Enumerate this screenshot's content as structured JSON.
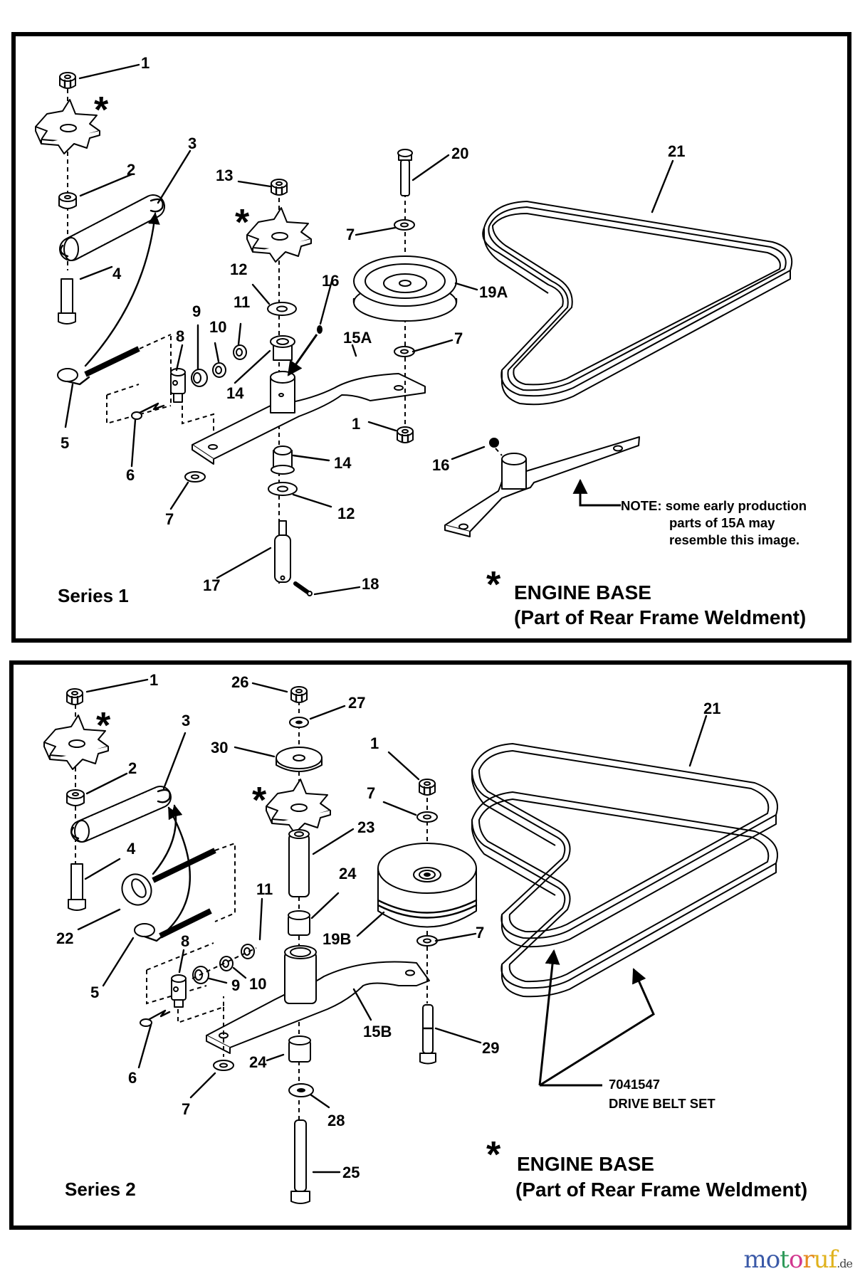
{
  "panels": [
    {
      "series_label": "Series 1",
      "engine_base_star": "*",
      "engine_base_title": "ENGINE BASE",
      "engine_base_subtitle": "(Part of Rear Frame Weldment)",
      "note_lines": [
        "NOTE: some early production",
        "parts of 15A  may",
        "resemble this image."
      ],
      "callouts": [
        "1",
        "2",
        "3",
        "4",
        "5",
        "6",
        "7",
        "8",
        "9",
        "10",
        "11",
        "12",
        "13",
        "14",
        "15A",
        "16",
        "17",
        "18",
        "19A",
        "20",
        "21"
      ],
      "callout_instances": {
        "c1a": "1",
        "c1b": "1",
        "c2": "2",
        "c3": "3",
        "c4": "4",
        "c5": "5",
        "c6": "6",
        "c7a": "7",
        "c7b": "7",
        "c7c": "7",
        "c8": "8",
        "c9": "9",
        "c10": "10",
        "c11": "11",
        "c12a": "12",
        "c12b": "12",
        "c13": "13",
        "c14a": "14",
        "c14b": "14",
        "c15a": "15A",
        "c16a": "16",
        "c16b": "16",
        "c17": "17",
        "c18": "18",
        "c19a": "19A",
        "c20": "20",
        "c21": "21"
      },
      "star_marker": "*"
    },
    {
      "series_label": "Series 2",
      "engine_base_star": "*",
      "engine_base_title": "ENGINE BASE",
      "engine_base_subtitle": "(Part of Rear Frame Weldment)",
      "belt_set_number": "7041547",
      "belt_set_label": "DRIVE BELT SET",
      "callouts": [
        "1",
        "2",
        "3",
        "4",
        "5",
        "6",
        "7",
        "8",
        "9",
        "10",
        "11",
        "15B",
        "19B",
        "21",
        "22",
        "23",
        "24",
        "25",
        "26",
        "27",
        "28",
        "29",
        "30"
      ],
      "callout_instances": {
        "c1a": "1",
        "c1b": "1",
        "c2": "2",
        "c3": "3",
        "c4": "4",
        "c5": "5",
        "c6": "6",
        "c7a": "7",
        "c7b": "7",
        "c7c": "7",
        "c8": "8",
        "c9": "9",
        "c10": "10",
        "c11": "11",
        "c15b": "15B",
        "c19b": "19B",
        "c21": "21",
        "c22": "22",
        "c23": "23",
        "c24a": "24",
        "c24b": "24",
        "c25": "25",
        "c26": "26",
        "c27": "27",
        "c28": "28",
        "c29": "29",
        "c30": "30"
      },
      "star_marker": "*"
    }
  ],
  "watermark": {
    "letters": [
      "m",
      "o",
      "t",
      "o",
      "r",
      "u",
      "f"
    ],
    "colors": [
      "#3b5aa8",
      "#3b5aa8",
      "#2f9a5a",
      "#d2388f",
      "#e58a1f",
      "#e0b21c",
      "#e0b21c"
    ],
    "suffix": ".de"
  }
}
